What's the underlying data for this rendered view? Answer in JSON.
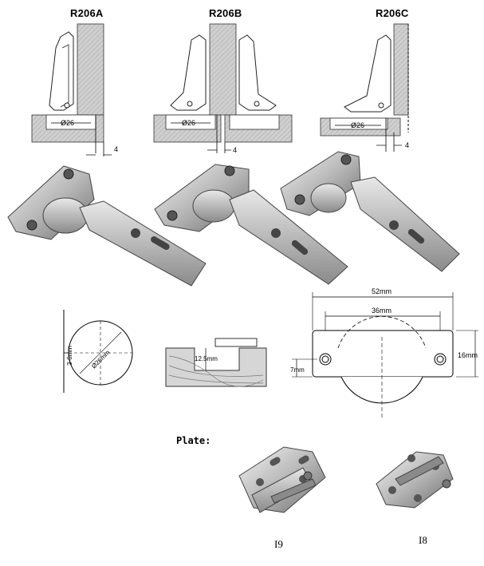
{
  "models": [
    "R206A",
    "R206B",
    "R206C"
  ],
  "cup_diameter_label": "Ø26",
  "overlay_gap_label": "4",
  "drilling": {
    "diameter_label": "Ø26mm",
    "edge_label": "3-6mm",
    "depth_label": "12.5mm",
    "plate_width_label": "52mm",
    "hole_pitch_label": "36mm",
    "height_label": "16mm",
    "offset_label": "7mm"
  },
  "plate_section": {
    "title": "Plate:",
    "codes": [
      "I9",
      "I8"
    ]
  }
}
